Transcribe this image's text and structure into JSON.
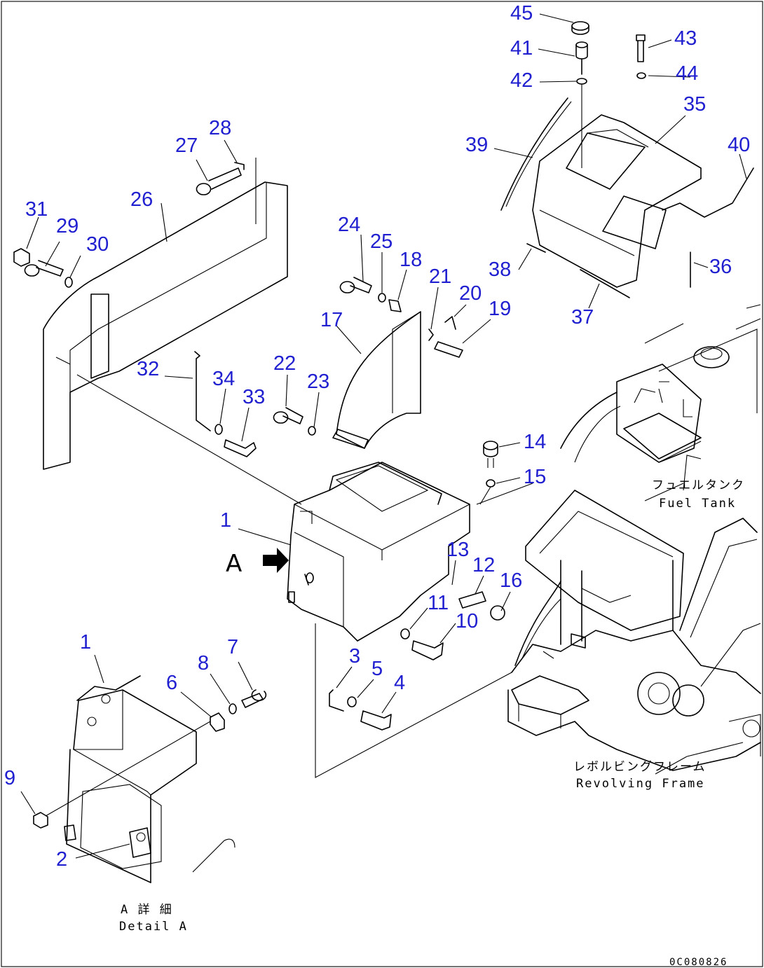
{
  "diagram": {
    "callouts": [
      "45",
      "41",
      "43",
      "42",
      "44",
      "35",
      "39",
      "40",
      "28",
      "27",
      "26",
      "31",
      "29",
      "30",
      "24",
      "25",
      "18",
      "21",
      "20",
      "19",
      "38",
      "36",
      "17",
      "37",
      "22",
      "32",
      "34",
      "23",
      "33",
      "14",
      "15",
      "1",
      "13",
      "12",
      "16",
      "11",
      "10",
      "3",
      "5",
      "4",
      "1",
      "7",
      "8",
      "6",
      "9",
      "2"
    ],
    "view_marker": "A",
    "fuel_tank": {
      "ja": "フュエルタンク",
      "en": "Fuel Tank"
    },
    "revolving_frame": {
      "ja": "レボルビングフレーム",
      "en": "Revolving Frame"
    },
    "detail": {
      "ja": "A 詳 細",
      "en": "Detail A"
    },
    "drawing_code": "0C080826"
  }
}
